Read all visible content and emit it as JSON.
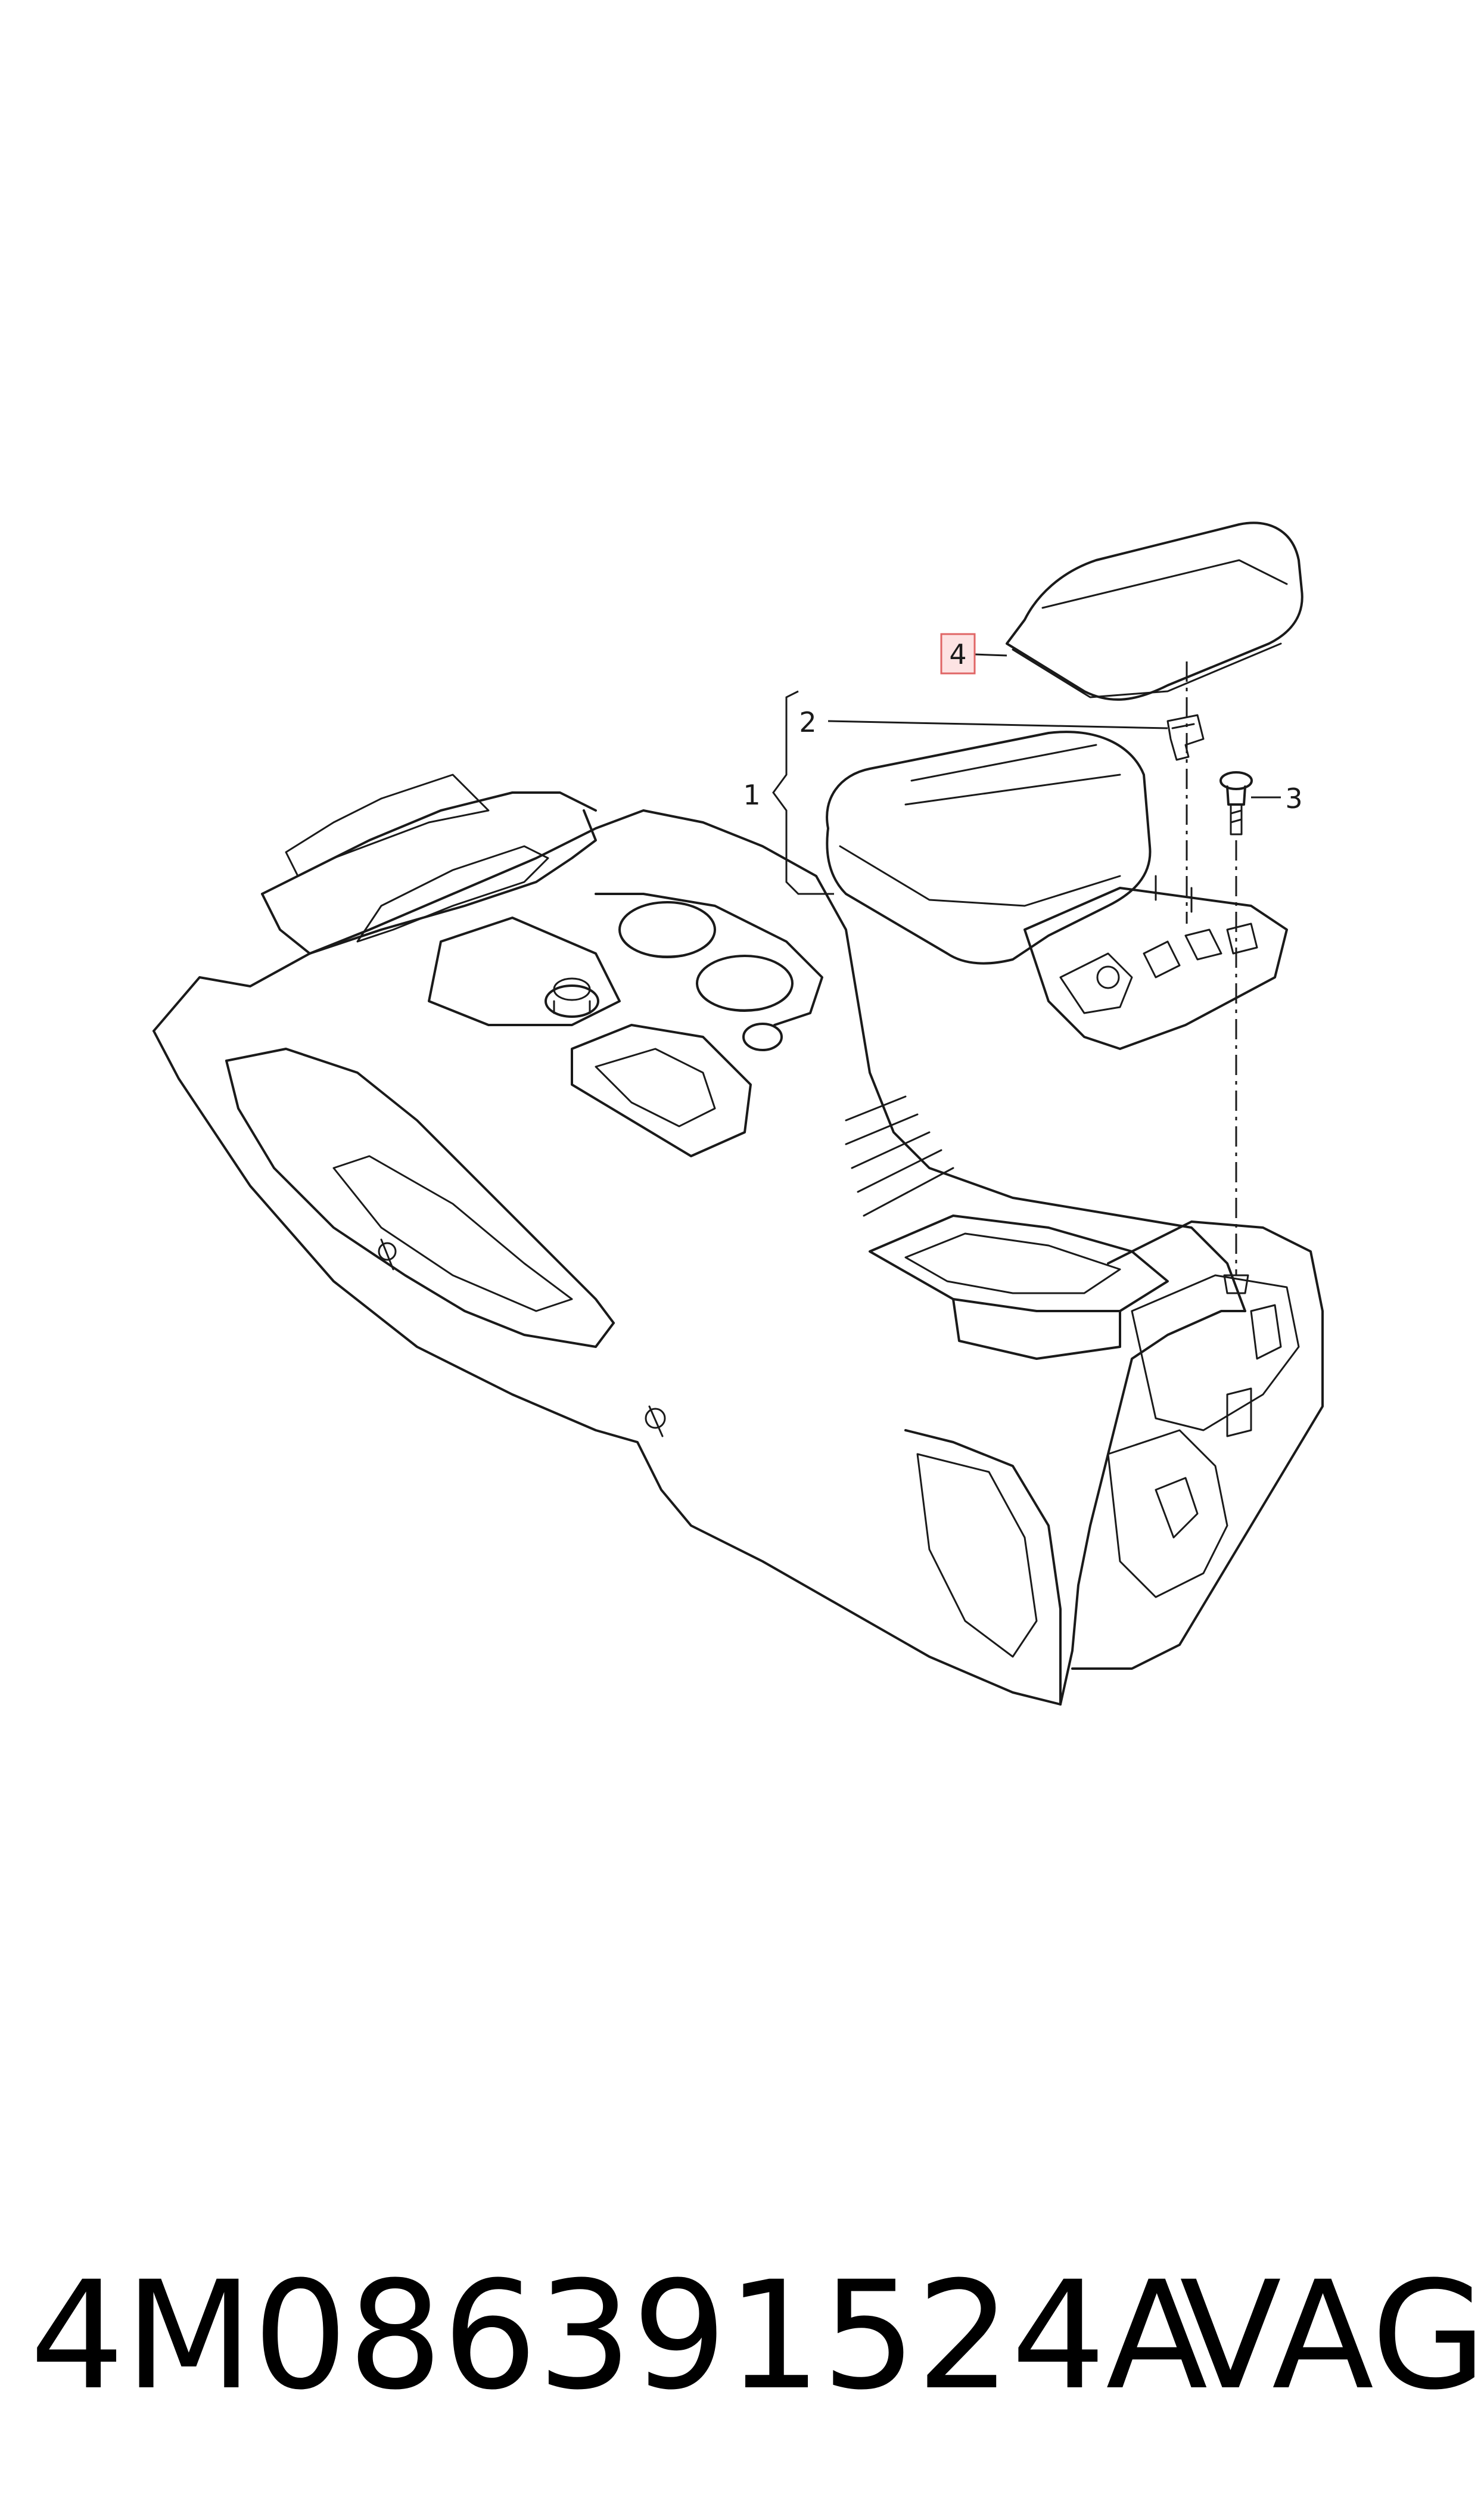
{
  "callouts": [
    {
      "id": "1",
      "label": "1",
      "highlighted": false
    },
    {
      "id": "2",
      "label": "2",
      "highlighted": false
    },
    {
      "id": "3",
      "label": "3",
      "highlighted": false
    },
    {
      "id": "4",
      "label": "4",
      "highlighted": true
    }
  ],
  "footer": {
    "part_number": "4M086391524A",
    "brand": "VAG"
  },
  "colors": {
    "ink": "#1a1a1a",
    "highlight_fill": "#fde3e3",
    "highlight_stroke": "#e06666"
  }
}
